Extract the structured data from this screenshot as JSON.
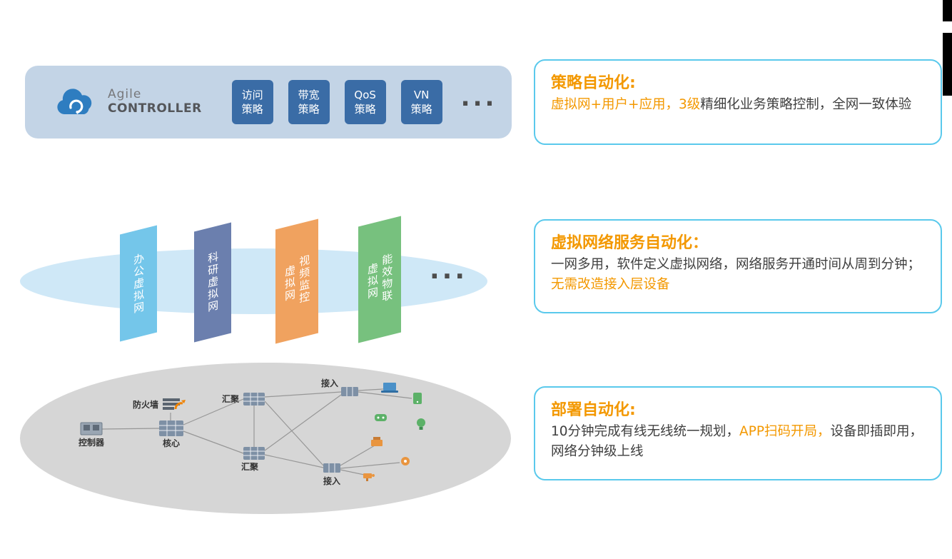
{
  "controller_panel": {
    "brand_top": "Agile",
    "brand_bottom": "CONTROLLER",
    "policies": [
      {
        "line1": "访问",
        "line2": "策略"
      },
      {
        "line1": "带宽",
        "line2": "策略"
      },
      {
        "line1": "QoS",
        "line2": "策略"
      },
      {
        "line1": "VN",
        "line2": "策略"
      }
    ],
    "ellipsis": "..."
  },
  "virtual_networks": {
    "ellipsis": "...",
    "items": [
      {
        "label": "办公虚拟网",
        "color": "#74c6ea"
      },
      {
        "label": "科研虚拟网",
        "color": "#6b7fae"
      },
      {
        "label": "视频监控\n虚拟网",
        "color": "#f0a25f"
      },
      {
        "label": "能效物联\n虚拟网",
        "color": "#77c17e"
      }
    ]
  },
  "topology": {
    "labels": {
      "firewall": "防火墙",
      "controller": "控制器",
      "core": "核心",
      "agg1": "汇聚",
      "agg2": "汇聚",
      "access1": "接入",
      "access2": "接入"
    }
  },
  "cards": [
    {
      "title": "策略自动化:",
      "seg1": "虚拟网+用户+应用，3级",
      "seg2": "精细化业务策略控制，全网一致体验"
    },
    {
      "title": "虚拟网络服务自动化：",
      "seg1": "一网多用，软件定义虚拟网络，网络服务开通时间从周到分钟；",
      "seg2": "无需改造接入层设备"
    },
    {
      "title": "部署自动化:",
      "seg1": "10分钟完成有线无线统一规划，",
      "seg2": "APP扫码开局，",
      "seg3": "设备即插即用，网络分钟级上线"
    }
  ],
  "colors": {
    "accent_orange": "#f39800",
    "card_border": "#5ac9ec",
    "panel_bg": "#c3d4e6",
    "policy_box_bg": "#3a6ca6",
    "vn_ellipse_bg": "#cfe8f7",
    "network_ellipse_bg": "#d6d6d6",
    "cloud_blue": "#2e7dc0"
  }
}
